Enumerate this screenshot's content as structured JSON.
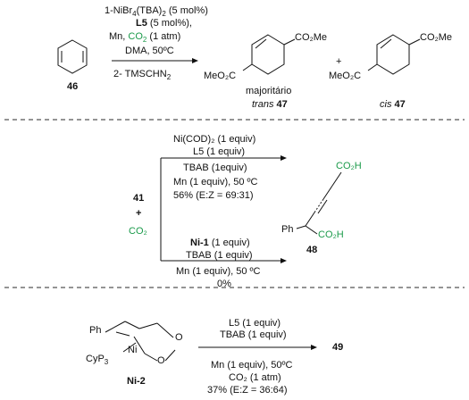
{
  "reaction1": {
    "start_label": "46",
    "cond1_pre": "1-NiBr",
    "cond1_sub1": "4",
    "cond1_mid": "(TBA)",
    "cond1_sub2": "2",
    "cond1_post": " (5 mol%)",
    "cond2_bold": "L5",
    "cond2_rest": " (5 mol%),",
    "cond3_pre": "Mn, ",
    "cond3_co2": "CO",
    "cond3_co2_sub": "2",
    "cond3_post": " (1 atm)",
    "cond4": "DMA, 50ºC",
    "cond5_pre": "2- TMSCHN",
    "cond5_sub": "2",
    "trans_ester_top": "CO₂Me",
    "trans_ester_bottom": "MeO₂C",
    "cis_ester_top": "CO₂Me",
    "cis_ester_bottom": "MeO₂C",
    "plus": "+",
    "major_note": "majoritário",
    "trans_label_italic": "trans",
    "trans_label_bold": "47",
    "cis_label_italic": "cis",
    "cis_label_bold": "47"
  },
  "reaction2": {
    "reagent_41": "41",
    "plus": "+",
    "co2": "CO₂",
    "upper_cond1": "Ni(COD)₂ (1 equiv)",
    "upper_cond2": "L5 (1 equiv)",
    "upper_cond3": "TBAB (1equiv)",
    "upper_cond4": "Mn (1 equiv), 50 ºC",
    "upper_cond5": "56% (E:Z = 69:31)",
    "lower_cond1_bold": "Ni-1",
    "lower_cond1_rest": " (1 equiv)",
    "lower_cond2": "TBAB (1 equiv)",
    "lower_cond3": "Mn (1 equiv), 50 ºC",
    "lower_cond4": "0%",
    "product_co2h_top": "CO₂H",
    "product_co2h_bottom": "CO₂H",
    "product_ph": "Ph",
    "product_label": "48"
  },
  "reaction3": {
    "ph": "Ph",
    "ni": "Ni",
    "o_carbonyl": "O",
    "o_ring": "O",
    "cyp3_pre": "CyP",
    "cyp3_sub": "3",
    "complex_label": "Ni-2",
    "cond_top1": "L5 (1 equiv)",
    "cond_top2": "TBAB (1 equiv)",
    "cond_bot1": "Mn (1 equiv), 50ºC",
    "cond_bot2": "CO₂ (1 atm)",
    "cond_bot3": "37% (E:Z = 36:64)",
    "product_label": "49"
  },
  "colors": {
    "co2_green": "#1a9a4a",
    "text": "#111111",
    "divider": "#555555"
  }
}
